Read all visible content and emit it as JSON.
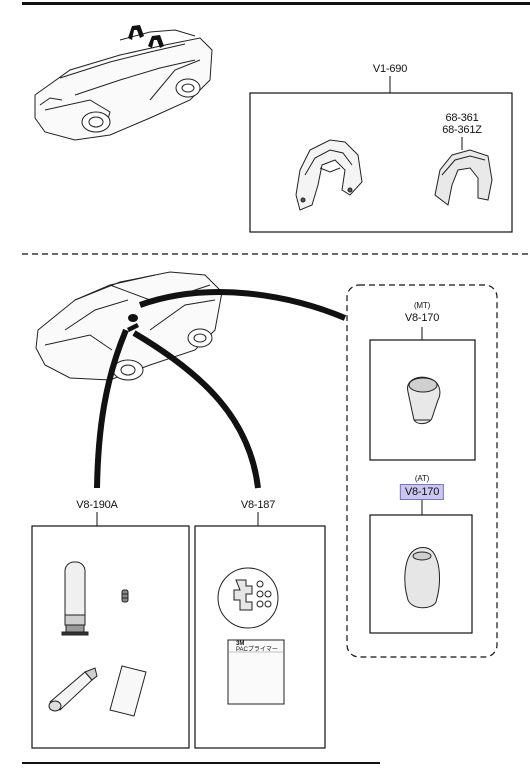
{
  "top_section": {
    "part_code": "V1-690",
    "part_numbers": [
      "68-361",
      "68-361Z"
    ]
  },
  "bottom_section": {
    "mt_group": {
      "transmission": "(MT)",
      "part_code": "V8-170"
    },
    "at_group": {
      "transmission": "(AT)",
      "part_code": "V8-170",
      "highlight_color": "#c9c6ef"
    },
    "kit_a": {
      "part_code": "V8-190A"
    },
    "kit_b": {
      "part_code": "V8-187",
      "primer_brand": "3M",
      "primer_label": "PACプライマー"
    }
  }
}
